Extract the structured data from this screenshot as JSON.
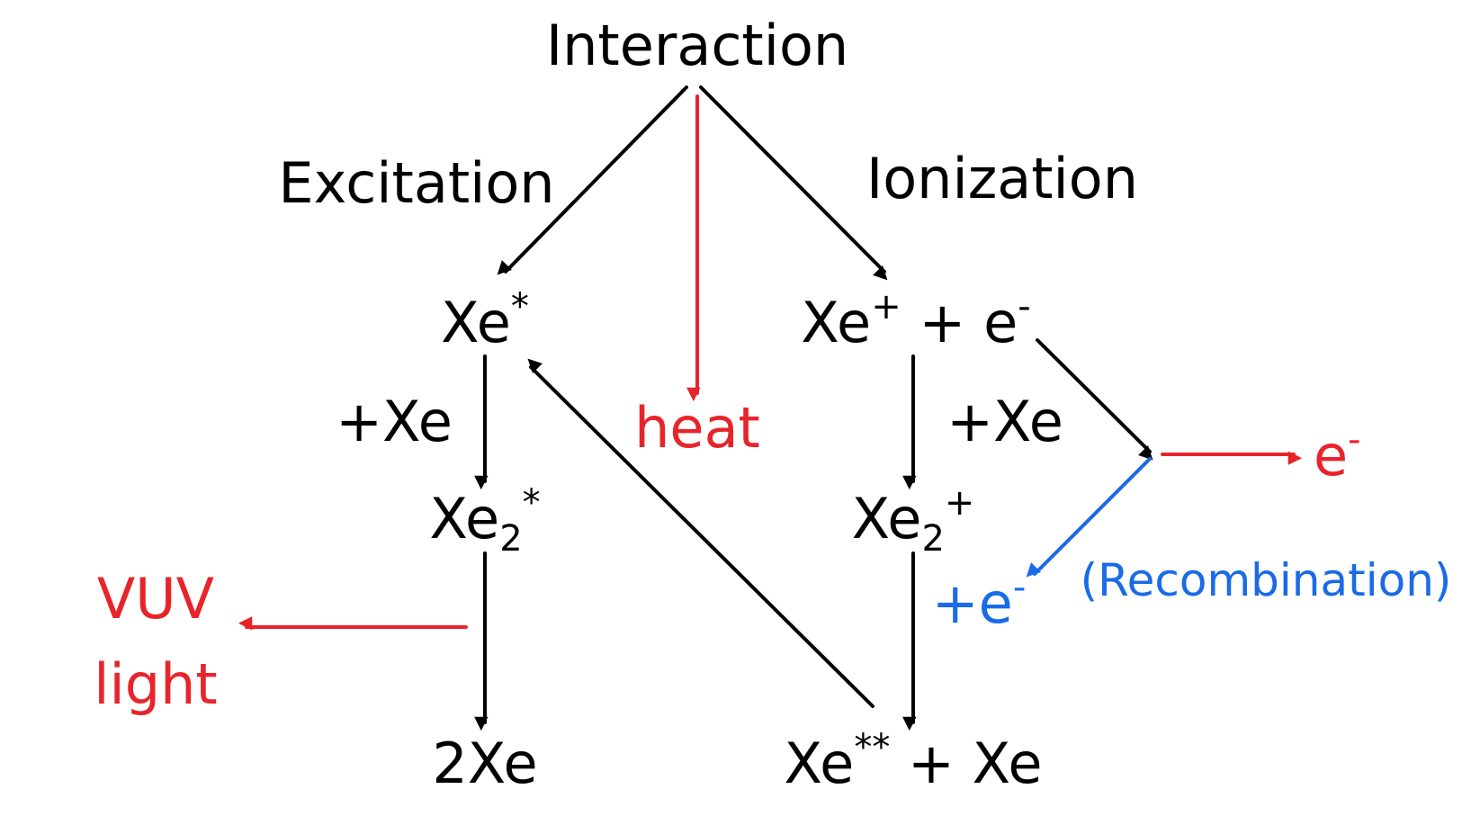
{
  "colors": {
    "black": "#000000",
    "red": "#e8242b",
    "blue": "#1a6be6"
  },
  "labels": {
    "interaction": "Interaction",
    "excitation": "Excitation",
    "ionization": "Ionization",
    "heat": "heat",
    "vuv_line1": "VUV",
    "vuv_line2": "light",
    "plus_xe": "+Xe",
    "two_xe": "2Xe",
    "recombination": "(Recombination)",
    "free_electron": "e",
    "plus_e": "+e"
  },
  "species": {
    "xe_star": {
      "base": "Xe",
      "sup": "*"
    },
    "xe2_star": {
      "base": "Xe",
      "sub": "2",
      "sup": "*"
    },
    "xe_ion_pair": {
      "base": "Xe",
      "sup": "+",
      "rest": " + e",
      "rest_sup": "-"
    },
    "xe2_ion": {
      "base": "Xe",
      "sub": "2",
      "sup": "+"
    },
    "xe_double_star": {
      "base": "Xe",
      "sup": "**",
      "rest": " + Xe"
    }
  },
  "minus_sign": "-"
}
